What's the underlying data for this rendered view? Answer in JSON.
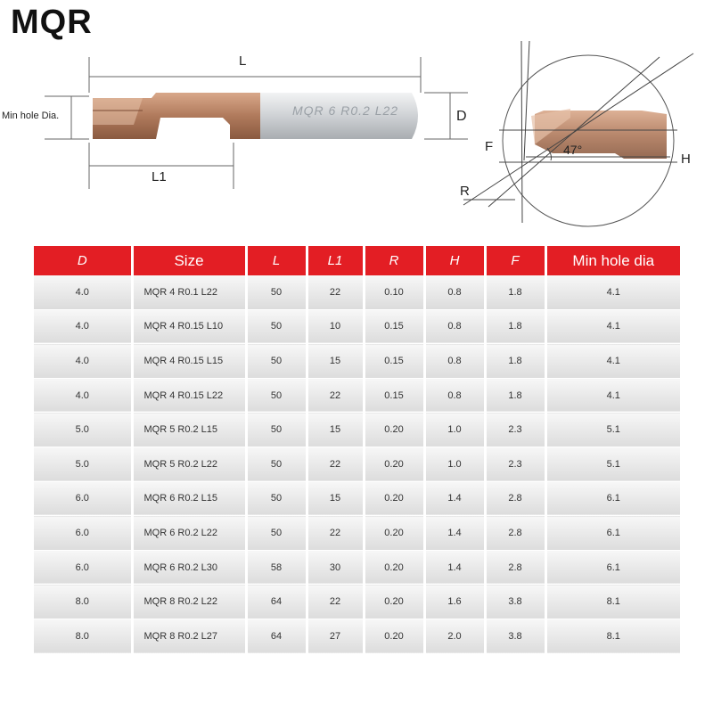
{
  "title": "MQR",
  "diagram": {
    "labels": {
      "L": "L",
      "L1": "L1",
      "D": "D",
      "min_hole": "Min hole Dia.",
      "F": "F",
      "H": "H",
      "R": "R",
      "angle": "47°"
    },
    "tool_marking": "MQR  6  R0.2 L22",
    "colors": {
      "bronze": "#b07a5c",
      "shank": "#cfd3d6",
      "line": "#555555"
    }
  },
  "table": {
    "header_color": "#e31e24",
    "columns": [
      "D",
      "Size",
      "L",
      "L1",
      "R",
      "H",
      "F",
      "Min hole dia"
    ],
    "rows": [
      [
        "4.0",
        "MQR 4 R0.1 L22",
        "50",
        "22",
        "0.10",
        "0.8",
        "1.8",
        "4.1"
      ],
      [
        "4.0",
        "MQR 4 R0.15 L10",
        "50",
        "10",
        "0.15",
        "0.8",
        "1.8",
        "4.1"
      ],
      [
        "4.0",
        "MQR 4 R0.15 L15",
        "50",
        "15",
        "0.15",
        "0.8",
        "1.8",
        "4.1"
      ],
      [
        "4.0",
        "MQR 4 R0.15 L22",
        "50",
        "22",
        "0.15",
        "0.8",
        "1.8",
        "4.1"
      ],
      [
        "5.0",
        "MQR 5 R0.2 L15",
        "50",
        "15",
        "0.20",
        "1.0",
        "2.3",
        "5.1"
      ],
      [
        "5.0",
        "MQR 5 R0.2 L22",
        "50",
        "22",
        "0.20",
        "1.0",
        "2.3",
        "5.1"
      ],
      [
        "6.0",
        "MQR 6 R0.2 L15",
        "50",
        "15",
        "0.20",
        "1.4",
        "2.8",
        "6.1"
      ],
      [
        "6.0",
        "MQR 6 R0.2 L22",
        "50",
        "22",
        "0.20",
        "1.4",
        "2.8",
        "6.1"
      ],
      [
        "6.0",
        "MQR 6 R0.2 L30",
        "58",
        "30",
        "0.20",
        "1.4",
        "2.8",
        "6.1"
      ],
      [
        "8.0",
        "MQR 8 R0.2 L22",
        "64",
        "22",
        "0.20",
        "1.6",
        "3.8",
        "8.1"
      ],
      [
        "8.0",
        "MQR 8 R0.2 L27",
        "64",
        "27",
        "0.20",
        "2.0",
        "3.8",
        "8.1"
      ]
    ]
  }
}
